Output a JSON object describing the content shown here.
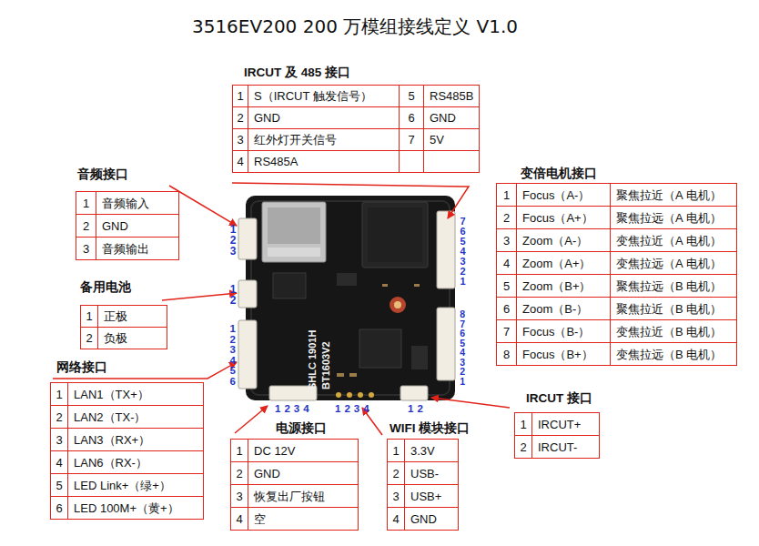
{
  "diagram": {
    "title": "3516EV200 200 万模组接线定义  V1.0",
    "nodes": [
      {
        "text": [
          "IRCUT 及 485 接口"
        ]
      },
      {
        "text": [
          "音频接口"
        ]
      },
      {
        "text": [
          "变倍电机接口"
        ]
      },
      {
        "text": [
          "备用电池"
        ]
      },
      {
        "text": [
          "网络接口"
        ]
      },
      {
        "text": [
          "IRCUT 接口"
        ]
      },
      {
        "text": [
          "电源接口"
        ]
      },
      {
        "text": [
          "WIFI 模块接口"
        ]
      }
    ],
    "labels": [
      "1",
      "S（IRCUT 触发信号）",
      "5",
      "RS485B",
      "2",
      "GND",
      "6",
      "GND",
      "3",
      "红外灯开关信号",
      "7",
      "5V",
      "4",
      "RS485A",
      "1",
      "音频输入",
      "2",
      "GND",
      "3",
      "音频输出",
      "1",
      "Focus（A-）",
      "聚焦拉近（A 电机）",
      "2",
      "Focus（A+）",
      "聚焦拉远（A 电机）",
      "3",
      "Zoom（A-）",
      "变焦拉近（A 电机）",
      "4",
      "Zoom（A+）",
      "变焦拉远（A 电机）",
      "5",
      "Zoom（B+）",
      "聚焦拉远（B 电机）",
      "6",
      "Zoom（B-）",
      "聚焦拉近（B 电机）",
      "7",
      "Focus（B-）",
      "变焦拉近（B 电机）",
      "8",
      "Focus（B+）",
      "变焦拉远（B 电机）",
      "1",
      "正极",
      "2",
      "负极",
      "1",
      "LAN1（TX+）",
      "2",
      "LAN2（TX-）",
      "3",
      "LAN3（RX+）",
      "4",
      "LAN6（RX-）",
      "5",
      "LED Link+（绿+）",
      "6",
      "LED 100M+（黄+）",
      "1",
      "IRCUT+",
      "2",
      "IRCUT-",
      "1",
      "DC 12V",
      "2",
      "GND",
      "3",
      "恢复出厂按钮",
      "4",
      "空",
      "1",
      "3.3V",
      "2",
      "USB-",
      "3",
      "USB+",
      "4",
      "GND",
      "123",
      "12",
      "123456",
      "7654321",
      "87654321",
      "1234",
      "1234",
      "12",
      "SHLC 1901H",
      "BT1603V2"
    ]
  }
}
